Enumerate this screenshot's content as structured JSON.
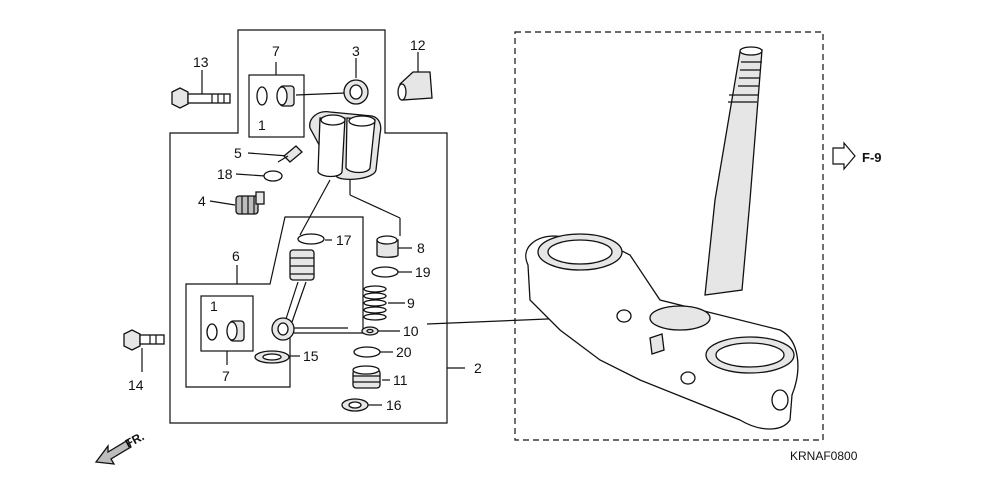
{
  "part_labels": {
    "p1_upper": "1",
    "p1_lower": "1",
    "p2": "2",
    "p3": "3",
    "p4": "4",
    "p5": "5",
    "p6": "6",
    "p7_upper": "7",
    "p7_lower": "7",
    "p8": "8",
    "p9": "9",
    "p10": "10",
    "p11": "11",
    "p12": "12",
    "p13": "13",
    "p14": "14",
    "p15": "15",
    "p16": "16",
    "p17": "17",
    "p18": "18",
    "p19": "19",
    "p20": "20"
  },
  "reference_arrow": "F-9",
  "forward_indicator": "FR.",
  "diagram_code": "KRNAF0800"
}
